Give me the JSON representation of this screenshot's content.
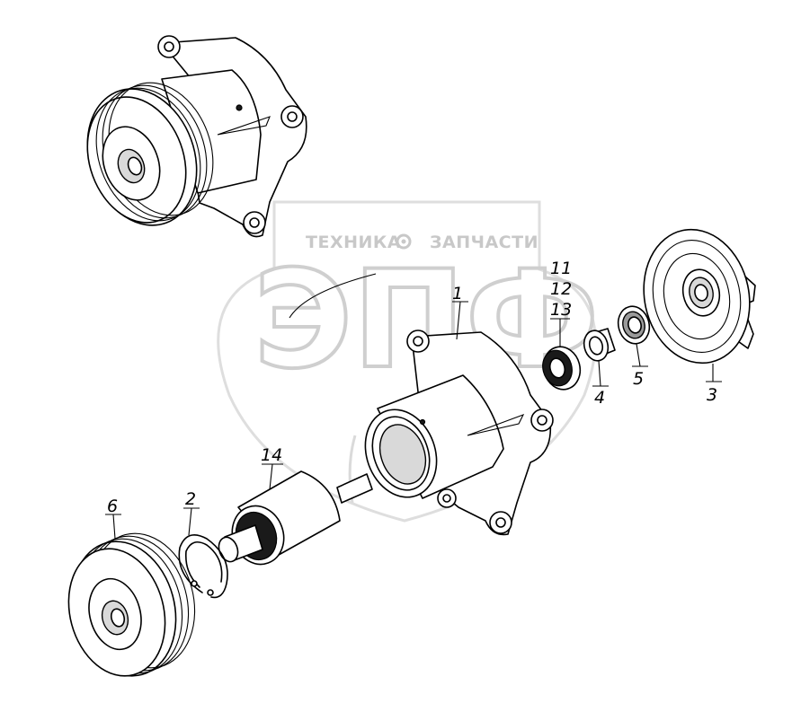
{
  "watermark": {
    "brand_left": "ТЕХНИКА",
    "brand_right": "ЗАПЧАСТИ",
    "monogram": "ЭПФ"
  },
  "callouts": {
    "c1": "1",
    "c2": "2",
    "c3": "3",
    "c4": "4",
    "c5": "5",
    "c6": "6",
    "c11": "11",
    "c12": "12",
    "c13": "13",
    "c14": "14"
  }
}
